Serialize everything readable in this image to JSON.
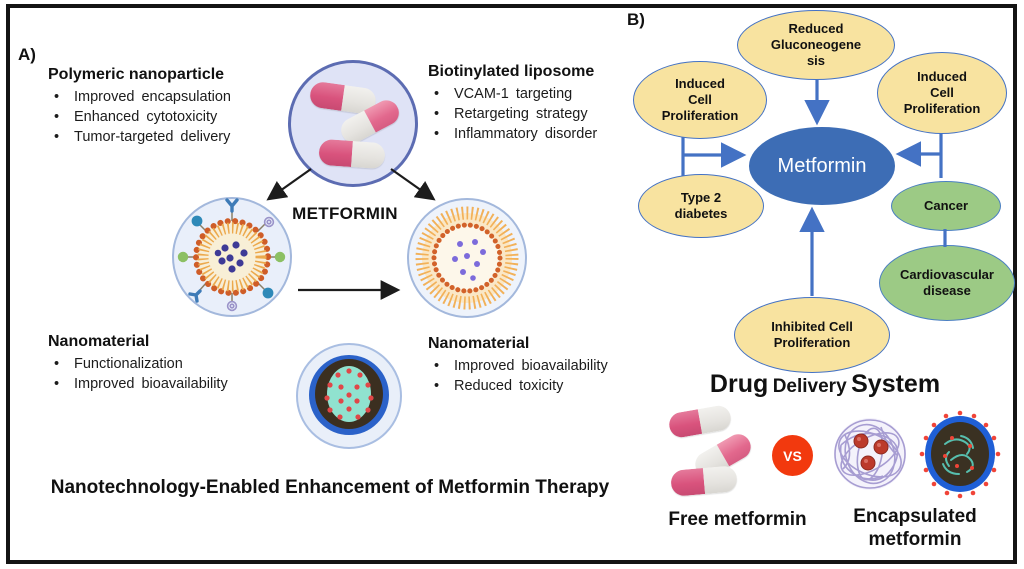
{
  "figure": {
    "panel_a": {
      "label": "A)",
      "center_drug": "METFORMIN",
      "caption": "Nanotechnology-Enabled Enhancement of Metformin Therapy",
      "sections": [
        {
          "heading": "Polymeric nanoparticle",
          "items": [
            "Improved encapsulation",
            "Enhanced cytotoxicity",
            "Tumor-targeted delivery"
          ]
        },
        {
          "heading": "Biotinylated liposome",
          "items": [
            "VCAM-1 targeting",
            "Retargeting strategy",
            "Inflammatory disorder"
          ]
        },
        {
          "heading": "Nanomaterial",
          "items": [
            "Functionalization",
            "Improved bioavailability"
          ]
        },
        {
          "heading": "Nanomaterial",
          "items": [
            "Improved bioavailability",
            "Reduced toxicity"
          ]
        }
      ],
      "icons": [
        "metformin-capsules-icon",
        "polymeric-nanoparticle-icon",
        "liposome-icon",
        "nanomaterial-sphere-icon"
      ]
    },
    "panel_b": {
      "label": "B)",
      "nodes": {
        "metformin": "Metformin",
        "reduced_gluconeogenesis": "Reduced\nGluconeogene\nsis",
        "induced_left": "Induced\nCell\nProliferation",
        "induced_right": "Induced\nCell\nProliferation",
        "type2_diabetes": "Type 2\ndiabetes",
        "cancer": "Cancer",
        "cardiovascular": "Cardiovascular\ndisease",
        "inhibited": "Inhibited Cell\nProliferation"
      },
      "edges": [
        "reduced_gluconeogenesis -> metformin",
        "induced_left -> metformin",
        "induced_right -> metformin",
        "inhibited -> metformin",
        "induced_left - type2_diabetes",
        "induced_right - cancer",
        "cancer - cardiovascular"
      ],
      "delivery": {
        "title_drug": "Drug",
        "title_delivery": "Delivery",
        "title_system": "System",
        "vs": "VS",
        "free": "Free metformin",
        "encapsulated": "Encapsulated\nmetformin"
      },
      "icons": [
        "free-pills-icon",
        "vs-badge-icon",
        "polymer-mesh-nanoparticle-icon",
        "encapsulated-nanoparticle-icon"
      ]
    },
    "colors": {
      "node_yellow": "#f8e3a0",
      "node_green": "#9cca85",
      "node_blue": "#3d6db5",
      "arrow_blue": "#4472c4",
      "vs_red": "#f2390e",
      "pill_pink": "#d9537d",
      "pill_white": "#e8e6e2",
      "frame_black": "#141414"
    }
  }
}
